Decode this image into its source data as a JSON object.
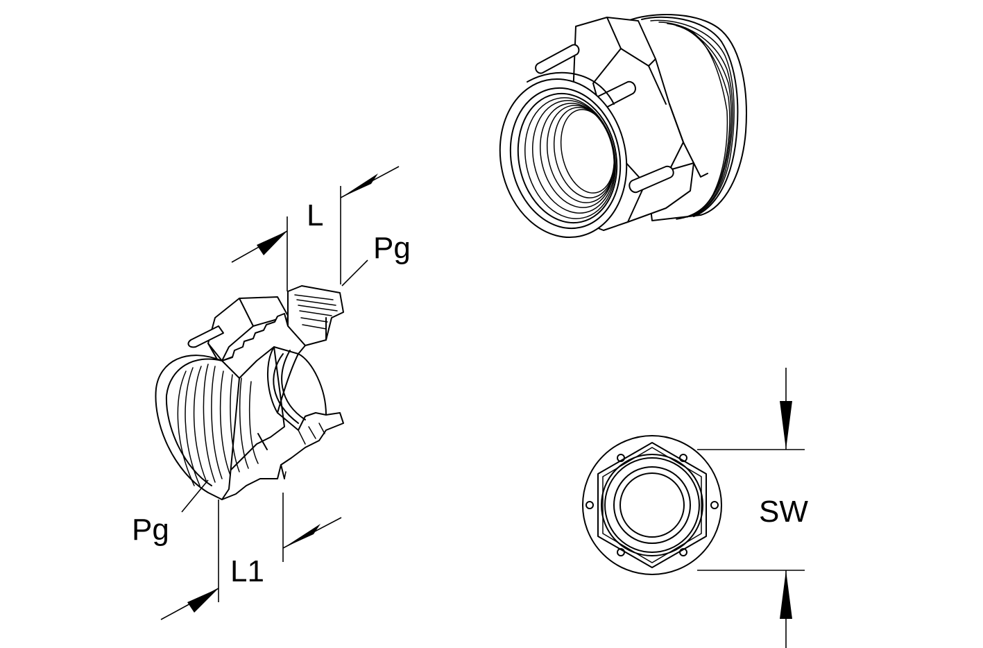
{
  "labels": {
    "l": "L",
    "l1": "L1",
    "pg_top": "Pg",
    "pg_bottom": "Pg",
    "sw": "SW"
  },
  "colors": {
    "line": "#000000",
    "background": "#ffffff"
  }
}
